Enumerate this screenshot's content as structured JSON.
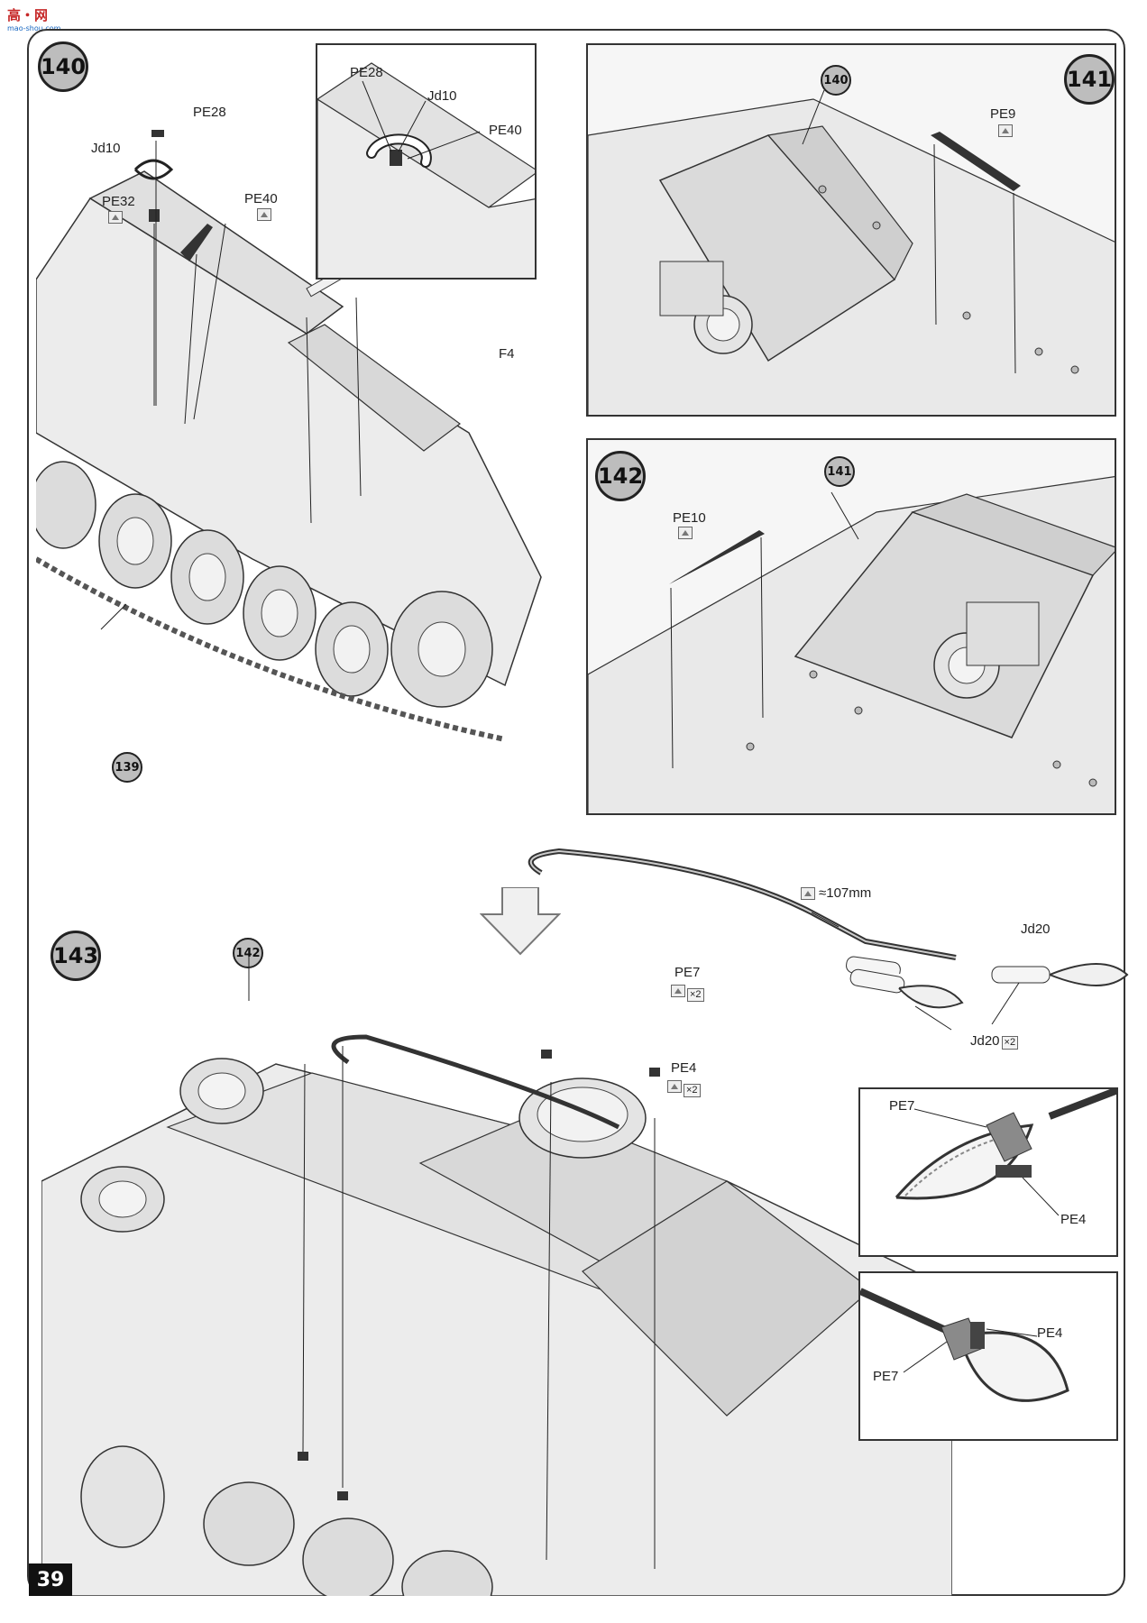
{
  "watermark": {
    "brand": "高・网",
    "url": "mao-shou.com"
  },
  "page_number": "39",
  "steps": {
    "s140": "140",
    "s141": "141",
    "s142": "142",
    "s143": "143"
  },
  "step140": {
    "ref_139": "139",
    "labels": {
      "pe28": "PE28",
      "jd10": "Jd10",
      "pe32": "PE32",
      "pe40": "PE40",
      "f4": "F4"
    },
    "inset_labels": {
      "pe28": "PE28",
      "jd10": "Jd10",
      "pe40": "PE40"
    }
  },
  "step141": {
    "ref_140": "140",
    "pe9": "PE9"
  },
  "step142": {
    "ref_141": "141",
    "pe10": "PE10"
  },
  "step143": {
    "ref_142": "142",
    "length": "≈107mm",
    "jd20_top": "Jd20",
    "jd20_bottom": "Jd20",
    "pe7": "PE7",
    "pe4": "PE4",
    "detail1": {
      "pe7": "PE7",
      "pe4": "PE4"
    },
    "detail2": {
      "pe4": "PE4",
      "pe7": "PE7"
    }
  },
  "icons": [
    "photo-etch-icon",
    "cut-length-icon",
    "arrow-down-icon"
  ]
}
